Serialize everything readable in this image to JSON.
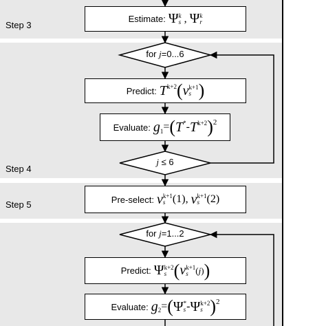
{
  "steps": {
    "s3": "Step 3",
    "s4": "Step 4",
    "s5": "Step 5"
  },
  "estimate": {
    "label": "Estimate:",
    "psi": "Ψ",
    "k": "k",
    "s": "s",
    "r": "r",
    "sep": ","
  },
  "loop1": {
    "for": "for",
    "j": "j",
    "range": "=0...6"
  },
  "predict1": {
    "label": "Predict:",
    "T": "T",
    "kp2": "k+2",
    "v": "v",
    "s": "s",
    "kp1": "k+1"
  },
  "evaluate1": {
    "label": "Evaluate:",
    "g": "g",
    "sub": "1",
    "eq": "=",
    "T": "T",
    "star": "*",
    "minus": "-",
    "kp2": "k+2",
    "pow": "2"
  },
  "cond1": {
    "j": "j",
    "rest": " ≤ 6"
  },
  "preselect": {
    "label": "Pre-select:",
    "v": "v",
    "s": "s",
    "kp1": "k+1",
    "a1": "(1),",
    "a2": "(2)"
  },
  "loop2": {
    "for": "for",
    "j": "j",
    "range": "=1...2"
  },
  "predict2": {
    "label": "Predict:",
    "psi": "Ψ",
    "s": "s",
    "kp2": "k+2",
    "v": "v",
    "kp1": "k+1",
    "j": "j"
  },
  "evaluate2": {
    "label": "Evaluate:",
    "g": "g",
    "sub": "2",
    "eq": "=",
    "psi": "Ψ",
    "s": "s",
    "star": "*",
    "minus": "-",
    "kp2": "k+2",
    "pow": "2"
  }
}
